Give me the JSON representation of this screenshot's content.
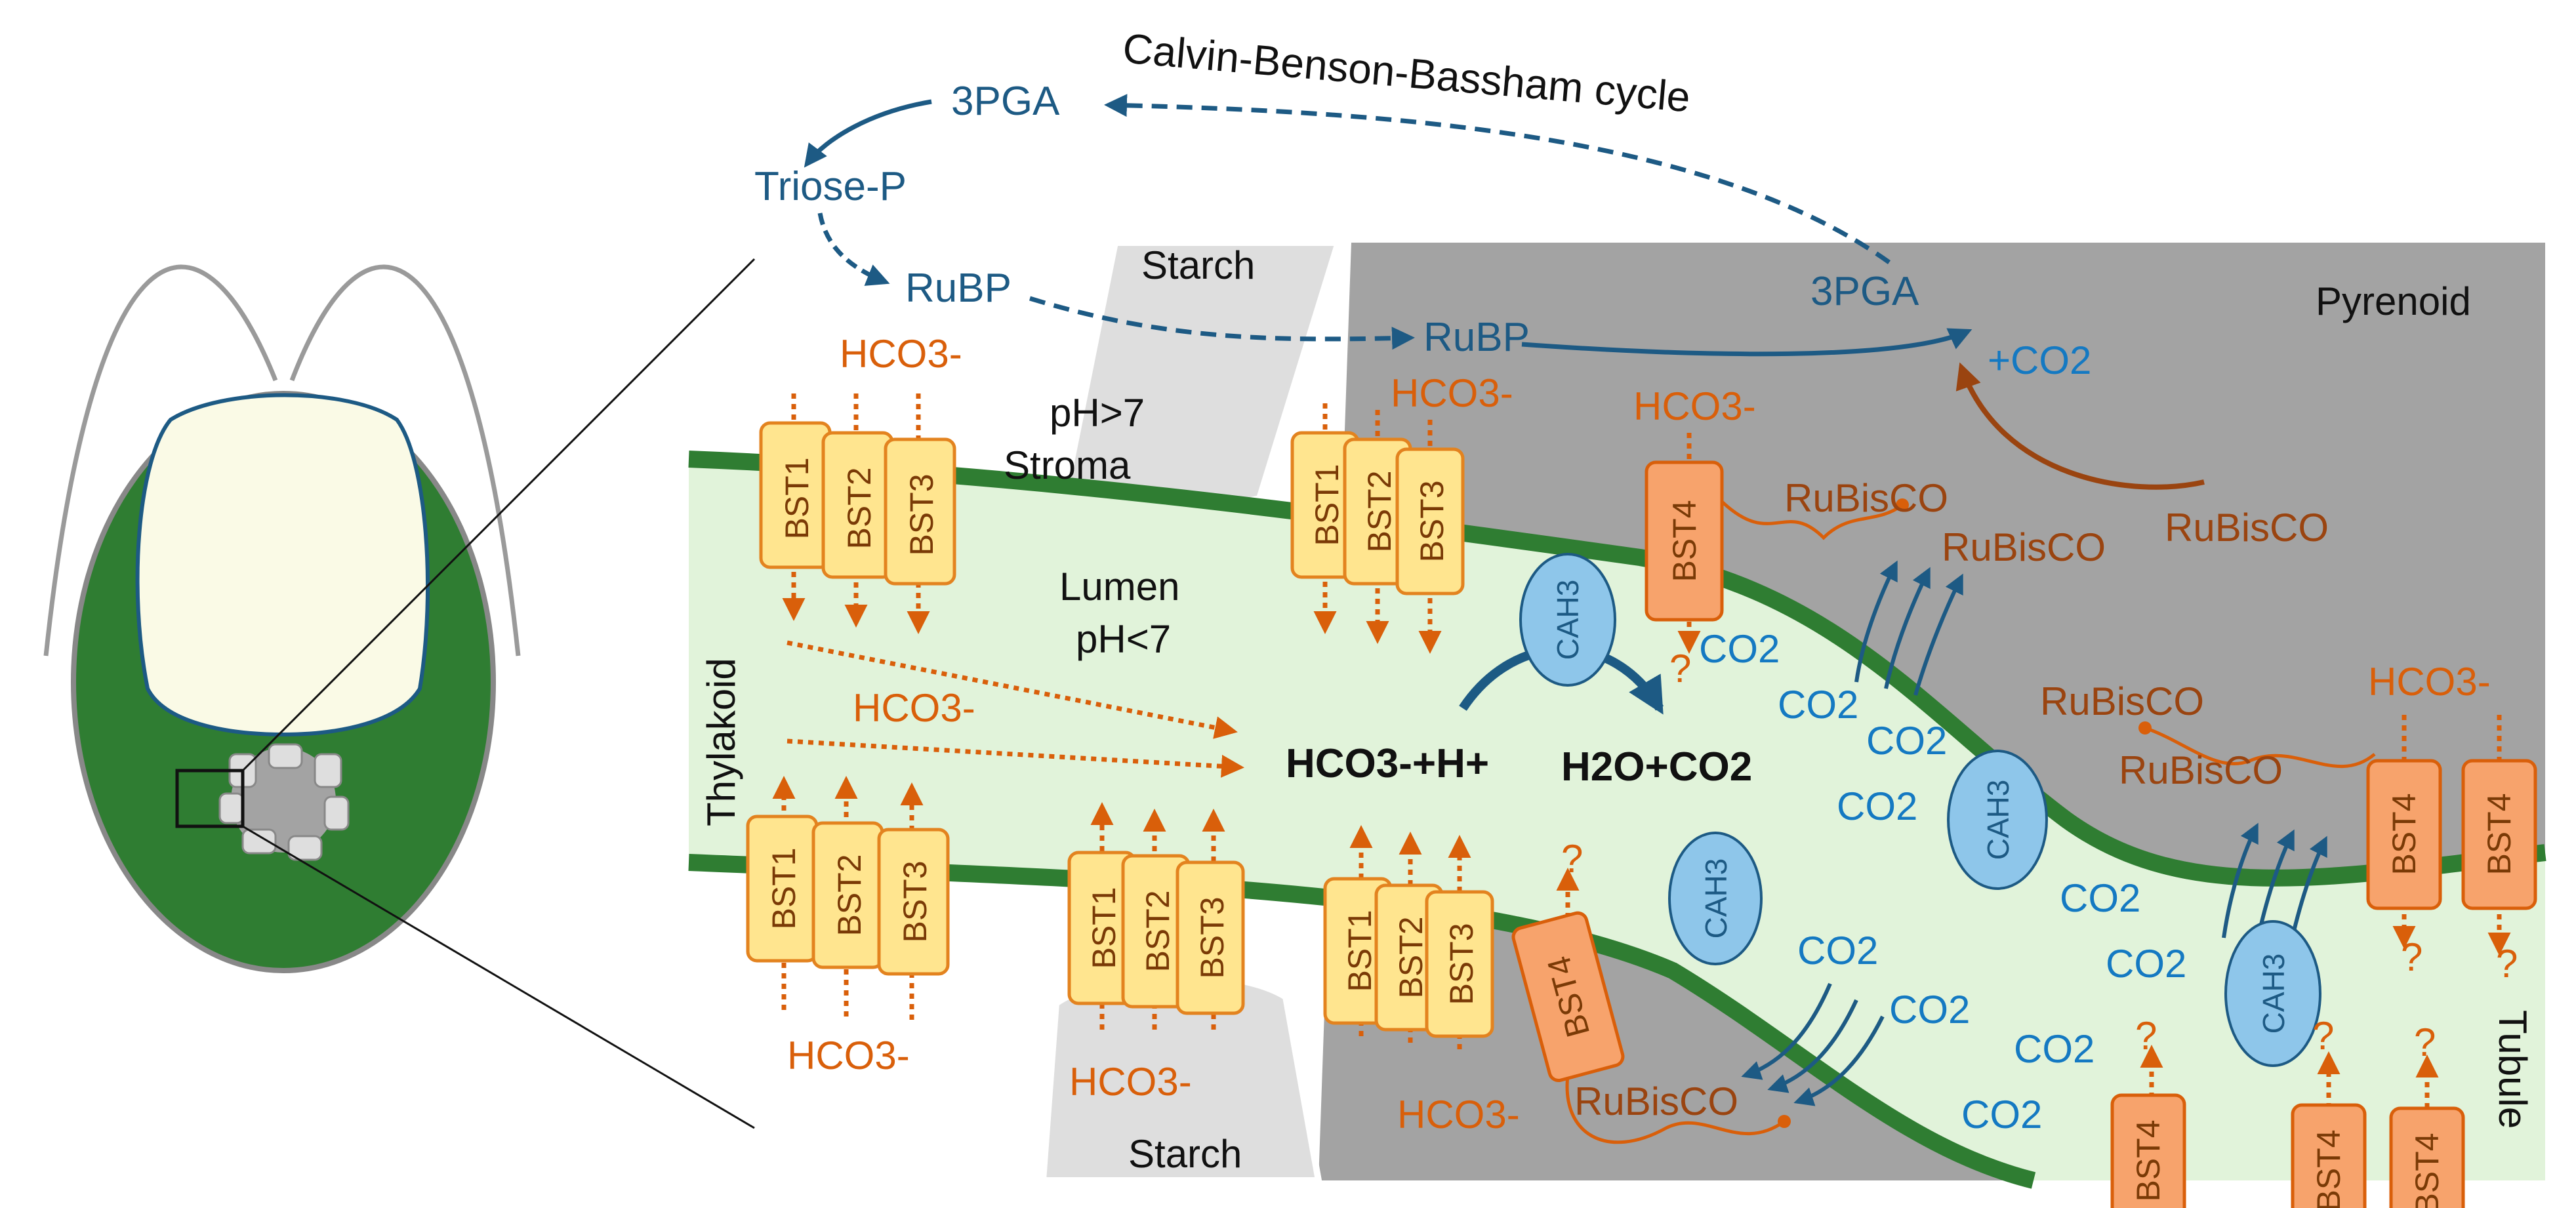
{
  "colors": {
    "chloroplast_green": "#2f7d32",
    "lumen_green": "#e1f3da",
    "pyrenoid_gray": "#a3a3a3",
    "starch_gray": "#dedede",
    "bst_yellow": "#ffe58f",
    "bst4_orange": "#f7a36c",
    "cah3_blue": "#8ec6ea",
    "cycle_blue": "#1d5a84",
    "co2_blue": "#1479c2",
    "bicarbonate_orange": "#d95f0a",
    "rubisco_brown": "#9a4410"
  },
  "cycle": {
    "title": "Calvin-Benson-Bassham cycle",
    "pga_left": "3PGA",
    "triose": "Triose-P",
    "rubp_left": "RuBP",
    "rubp_mid": "RuBP",
    "pga_right": "3PGA",
    "plus_co2": "+CO2"
  },
  "regions": {
    "starch_top": "Starch",
    "starch_bottom": "Starch",
    "pyrenoid": "Pyrenoid",
    "stroma_ph": "pH>7",
    "stroma": "Stroma",
    "lumen": "Lumen",
    "lumen_ph": "pH<7",
    "thylakoid": "Thylakoid",
    "tubule": "Tubule"
  },
  "reaction": {
    "left": "HCO3-+H+",
    "right": "H2O+CO2"
  },
  "transporters": {
    "bst1": "BST1",
    "bst2": "BST2",
    "bst3": "BST3",
    "bst4": "BST4",
    "cah3": "CAH3"
  },
  "molecules": {
    "bicarbonate": "HCO3-",
    "co2": "CO2",
    "rubisco": "RuBisCO",
    "unknown": "?"
  }
}
